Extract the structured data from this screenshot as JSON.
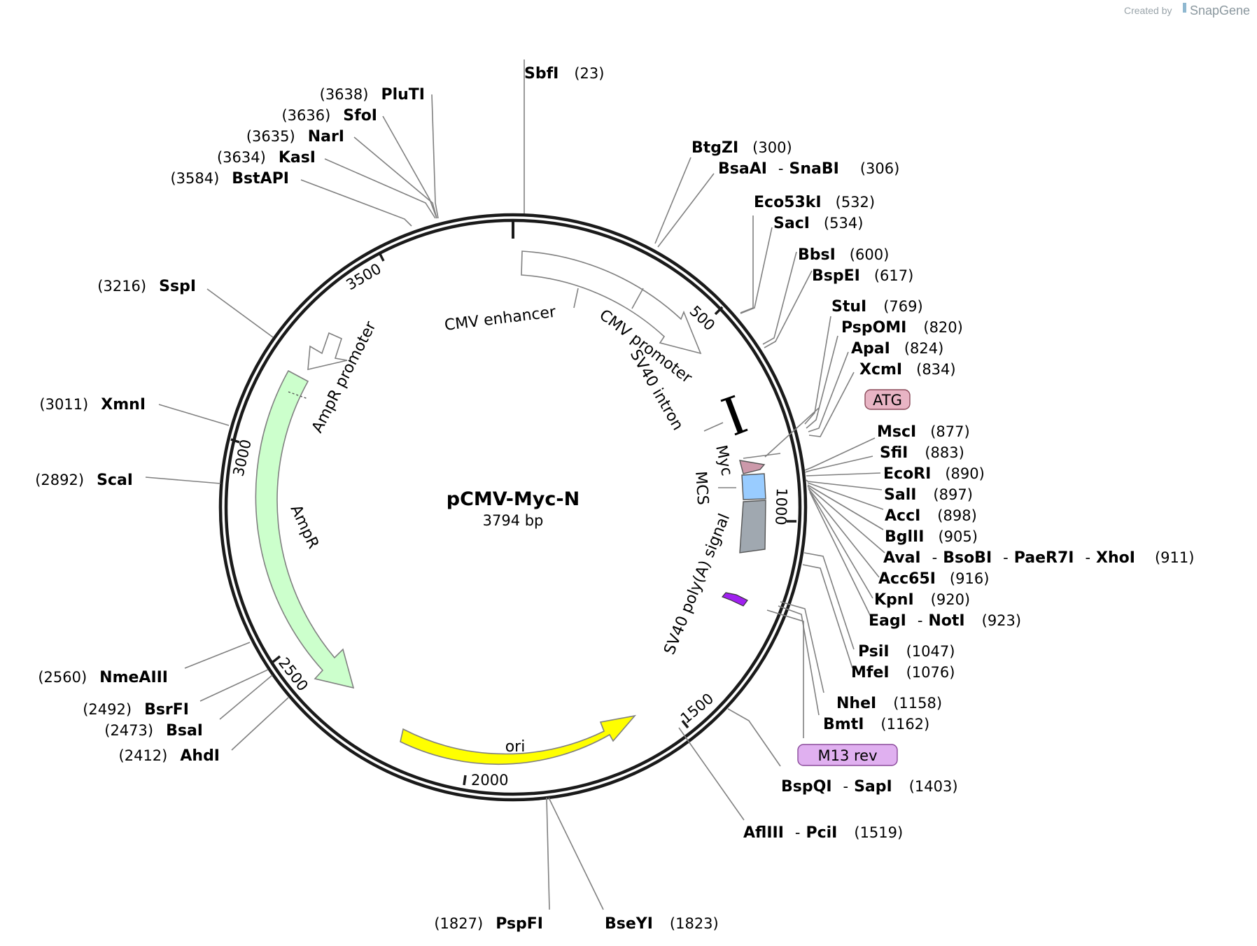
{
  "credit": {
    "created_by": "Created by",
    "brand": "SnapGene"
  },
  "plasmid": {
    "name": "pCMV-Myc-N",
    "size": "3794 bp"
  },
  "ticks": [
    "500",
    "1000",
    "1500",
    "2000",
    "2500",
    "3000",
    "3500"
  ],
  "features": {
    "cmv_enhancer": "CMV enhancer",
    "cmv_promoter": "CMV promoter",
    "sv40_intron": "SV40 intron",
    "myc": "Myc",
    "mcs": "MCS",
    "sv40_polya": "SV40 poly(A) signal",
    "ori": "ori",
    "ampr": "AmpR",
    "ampr_promoter": "AmpR promoter",
    "atg": "ATG",
    "m13_rev": "M13 rev"
  },
  "colors": {
    "ampr_fill": "#ccffcc",
    "ori_fill": "#ffff00",
    "myc_fill": "#cc99aa",
    "mcs_fill": "#99ccff",
    "polya_fill": "#a0a8b0",
    "sv40_polya_marker": "#a020f0",
    "atg_badge": "#e8b4c4",
    "m13_badge": "#e0b0f0"
  },
  "sites": [
    {
      "names": [
        "SbfI"
      ],
      "pos": "(23)"
    },
    {
      "names": [
        "BtgZI"
      ],
      "pos": "(300)"
    },
    {
      "names": [
        "BsaAI",
        "SnaBI"
      ],
      "pos": "(306)"
    },
    {
      "names": [
        "Eco53kI"
      ],
      "pos": "(532)"
    },
    {
      "names": [
        "SacI"
      ],
      "pos": "(534)"
    },
    {
      "names": [
        "BbsI"
      ],
      "pos": "(600)"
    },
    {
      "names": [
        "BspEI"
      ],
      "pos": "(617)"
    },
    {
      "names": [
        "StuI"
      ],
      "pos": "(769)"
    },
    {
      "names": [
        "PspOMI"
      ],
      "pos": "(820)"
    },
    {
      "names": [
        "ApaI"
      ],
      "pos": "(824)"
    },
    {
      "names": [
        "XcmI"
      ],
      "pos": "(834)"
    },
    {
      "names": [
        "MscI"
      ],
      "pos": "(877)"
    },
    {
      "names": [
        "SfiI"
      ],
      "pos": "(883)"
    },
    {
      "names": [
        "EcoRI"
      ],
      "pos": "(890)"
    },
    {
      "names": [
        "SalI"
      ],
      "pos": "(897)"
    },
    {
      "names": [
        "AccI"
      ],
      "pos": "(898)"
    },
    {
      "names": [
        "BglII"
      ],
      "pos": "(905)"
    },
    {
      "names": [
        "AvaI",
        "BsoBI",
        "PaeR7I",
        "XhoI"
      ],
      "pos": "(911)"
    },
    {
      "names": [
        "Acc65I"
      ],
      "pos": "(916)"
    },
    {
      "names": [
        "KpnI"
      ],
      "pos": "(920)"
    },
    {
      "names": [
        "EagI",
        "NotI"
      ],
      "pos": "(923)"
    },
    {
      "names": [
        "PsiI"
      ],
      "pos": "(1047)"
    },
    {
      "names": [
        "MfeI"
      ],
      "pos": "(1076)"
    },
    {
      "names": [
        "NheI"
      ],
      "pos": "(1158)"
    },
    {
      "names": [
        "BmtI"
      ],
      "pos": "(1162)"
    },
    {
      "names": [
        "BspQI",
        "SapI"
      ],
      "pos": "(1403)"
    },
    {
      "names": [
        "AflIII",
        "PciI"
      ],
      "pos": "(1519)"
    },
    {
      "names": [
        "BseYI"
      ],
      "pos": "(1823)"
    },
    {
      "names": [
        "PspFI"
      ],
      "pos": "(1827)"
    },
    {
      "names": [
        "AhdI"
      ],
      "pos": "(2412)"
    },
    {
      "names": [
        "BsaI"
      ],
      "pos": "(2473)"
    },
    {
      "names": [
        "BsrFI"
      ],
      "pos": "(2492)"
    },
    {
      "names": [
        "NmeAIII"
      ],
      "pos": "(2560)"
    },
    {
      "names": [
        "ScaI"
      ],
      "pos": "(2892)"
    },
    {
      "names": [
        "XmnI"
      ],
      "pos": "(3011)"
    },
    {
      "names": [
        "SspI"
      ],
      "pos": "(3216)"
    },
    {
      "names": [
        "BstAPI"
      ],
      "pos": "(3584)"
    },
    {
      "names": [
        "KasI"
      ],
      "pos": "(3634)"
    },
    {
      "names": [
        "NarI"
      ],
      "pos": "(3635)"
    },
    {
      "names": [
        "SfoI"
      ],
      "pos": "(3636)"
    },
    {
      "names": [
        "PluTI"
      ],
      "pos": "(3638)"
    }
  ]
}
